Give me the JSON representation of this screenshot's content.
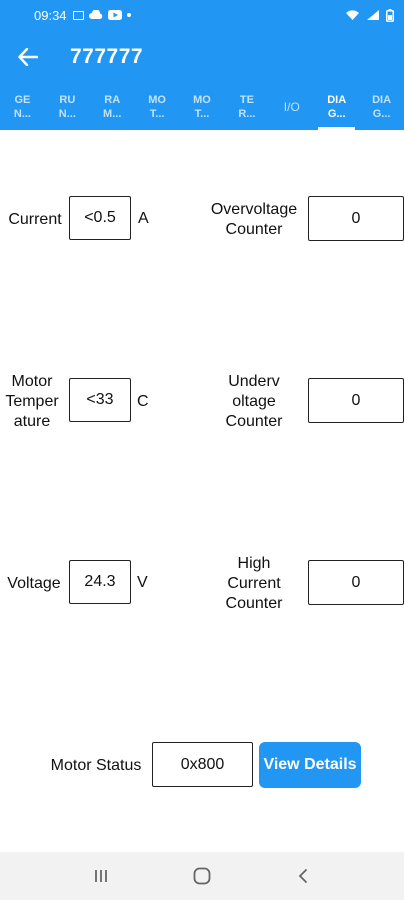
{
  "status_bar": {
    "time": "09:34"
  },
  "app_bar": {
    "title": "777777"
  },
  "tabs": [
    {
      "label": "GE\nN..."
    },
    {
      "label": "RU\nN..."
    },
    {
      "label": "RA\nM..."
    },
    {
      "label": "MO\nT..."
    },
    {
      "label": "MO\nT..."
    },
    {
      "label": "TE\nR..."
    },
    {
      "label": "I/O"
    },
    {
      "label": "DIA\nG..."
    },
    {
      "label": "DIA\nG..."
    }
  ],
  "fields": {
    "current": {
      "label": "Current",
      "value": "<0.5",
      "unit": "A"
    },
    "overvoltage": {
      "label": "Overvoltage\nCounter",
      "value": "0"
    },
    "motor_temp": {
      "label": "Motor\nTemper\nature",
      "value": "<33",
      "unit": "C"
    },
    "undervoltage": {
      "label": "Underv\noltage\nCounter",
      "value": "0"
    },
    "voltage": {
      "label": "Voltage",
      "value": "24.3",
      "unit": "V"
    },
    "high_current": {
      "label": "High\nCurrent\nCounter",
      "value": "0"
    },
    "motor_status": {
      "label": "Motor Status",
      "value": "0x800"
    }
  },
  "buttons": {
    "view_details": "View Details"
  },
  "colors": {
    "primary": "#2196f3"
  }
}
